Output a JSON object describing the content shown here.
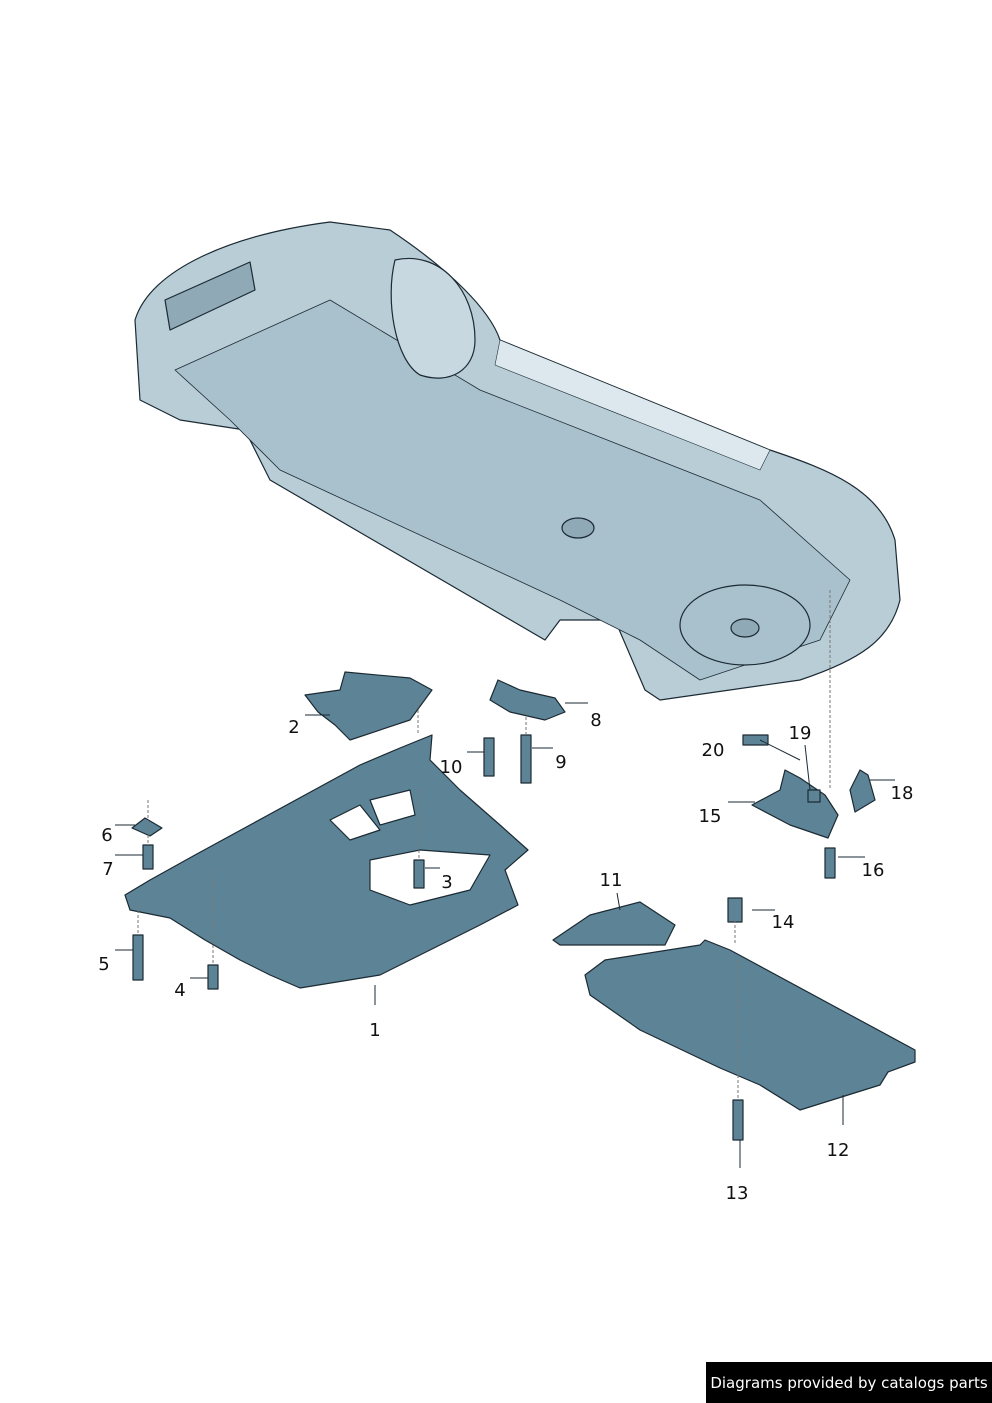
{
  "diagram": {
    "callouts": [
      "1",
      "2",
      "3",
      "4",
      "5",
      "6",
      "7",
      "8",
      "9",
      "10",
      "11",
      "12",
      "13",
      "14",
      "15",
      "16",
      "18",
      "19",
      "20"
    ]
  },
  "footer": {
    "text": "Diagrams provided by catalogs parts"
  },
  "colors": {
    "part": "#5d8496",
    "body": "#b9cdd7",
    "body_light": "#dde8ee",
    "outline": "#1b2a33"
  }
}
